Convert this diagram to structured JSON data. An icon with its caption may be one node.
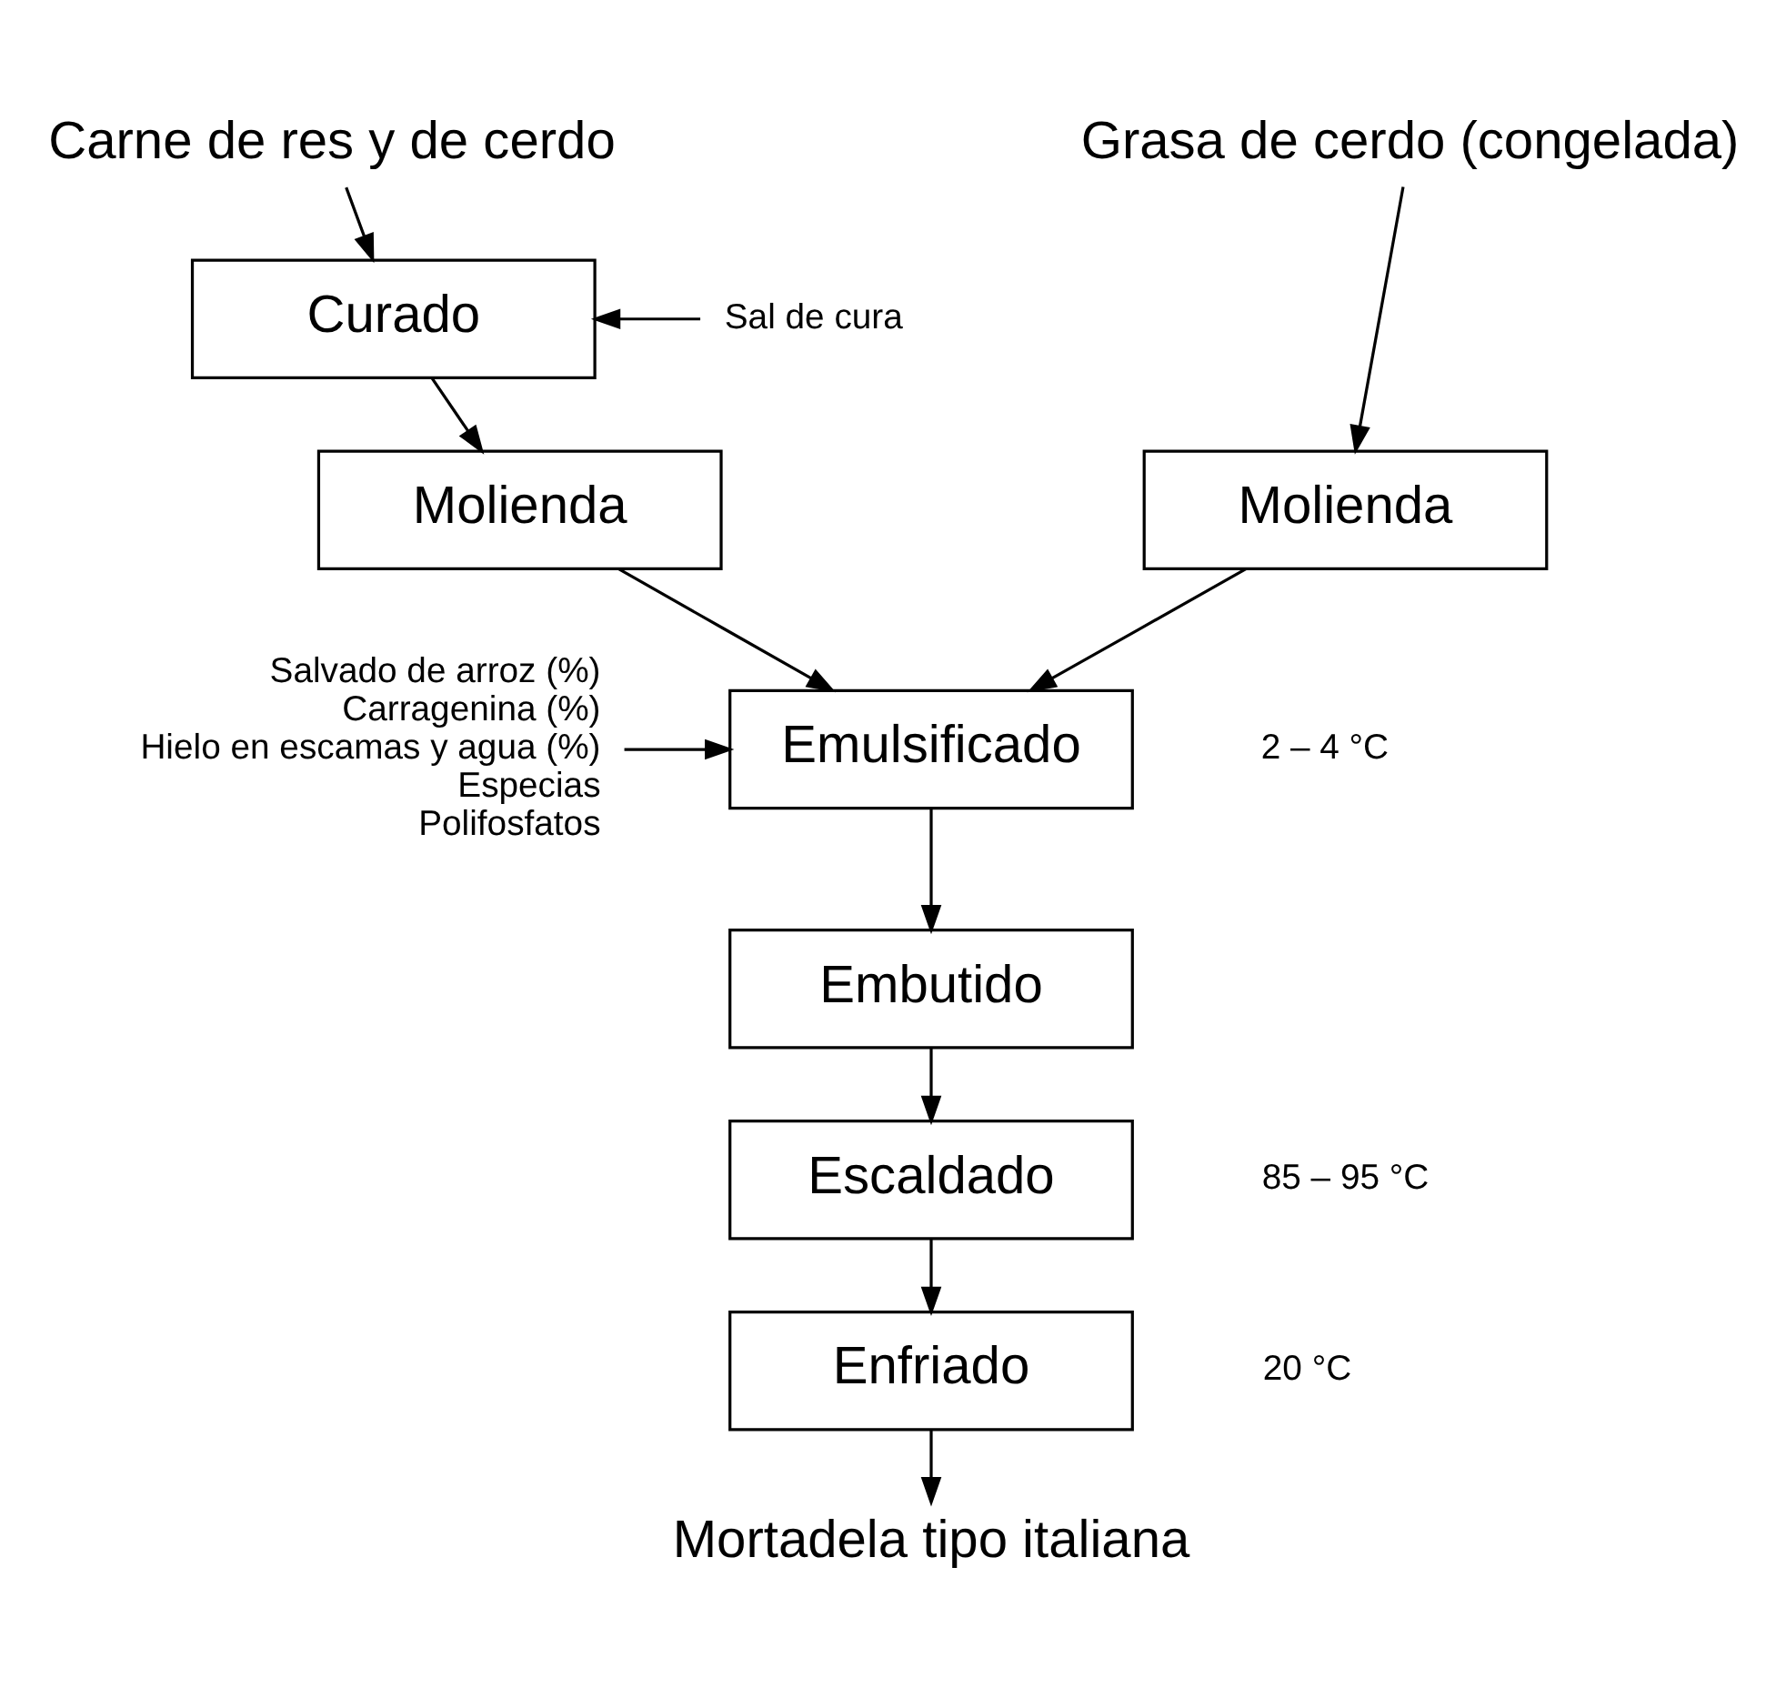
{
  "diagram": {
    "nodes": [
      {
        "text": [
          "Carne de res y de cerdo"
        ]
      },
      {
        "text": [
          "Grasa de cerdo (congelada)"
        ]
      },
      {
        "text": [
          "Sal de cura"
        ]
      },
      {
        "text": [
          "Curado"
        ]
      },
      {
        "text": [
          "Molienda"
        ]
      },
      {
        "text": [
          "Molienda"
        ]
      },
      {
        "text": [
          "Salvado de arroz (%)",
          "Carragenina (%)",
          "Hielo en escamas y agua (%)",
          "Especias",
          "Polifosfatos"
        ]
      },
      {
        "text": [
          "Emulsificado"
        ],
        "beside": [
          "2 – 4 °C"
        ]
      },
      {
        "text": [
          "Embutido"
        ]
      },
      {
        "text": [
          "Escaldado"
        ],
        "beside": [
          "85 – 95 °C"
        ]
      },
      {
        "text": [
          "Enfriado"
        ],
        "beside": [
          "20 °C"
        ]
      },
      {
        "text": [
          "Mortadela tipo italiana"
        ]
      }
    ],
    "edges": [
      {
        "from": 0,
        "to": 3,
        "arrow": "to"
      },
      {
        "from": 2,
        "to": 3,
        "arrow": "to"
      },
      {
        "from": 3,
        "to": 4,
        "arrow": "to"
      },
      {
        "from": 1,
        "to": 5,
        "arrow": "to"
      },
      {
        "from": 4,
        "to": 7,
        "arrow": "to"
      },
      {
        "from": 5,
        "to": 7,
        "arrow": "to"
      },
      {
        "from": 6,
        "to": 7,
        "arrow": "to"
      },
      {
        "from": 7,
        "to": 8,
        "arrow": "to"
      },
      {
        "from": 8,
        "to": 9,
        "arrow": "to"
      },
      {
        "from": 9,
        "to": 10,
        "arrow": "to"
      },
      {
        "from": 10,
        "to": 11,
        "arrow": "to"
      }
    ]
  }
}
